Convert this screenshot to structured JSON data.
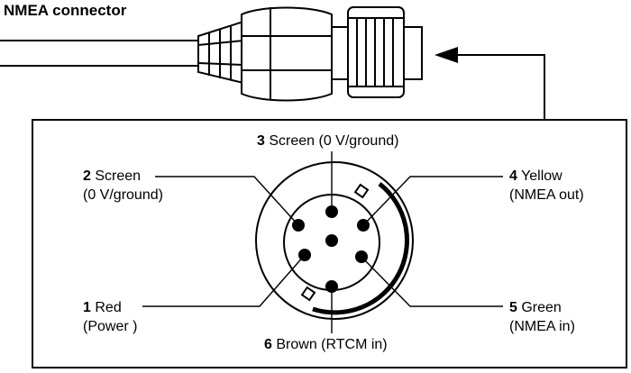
{
  "title": "NMEA connector",
  "pins": [
    {
      "number": "1",
      "name": "Red",
      "detail": "(Power )"
    },
    {
      "number": "2",
      "name": "Screen",
      "detail": "(0 V/ground)"
    },
    {
      "number": "3",
      "name": "Screen (0 V/ground)",
      "detail": ""
    },
    {
      "number": "4",
      "name": "Yellow",
      "detail": "(NMEA out)"
    },
    {
      "number": "5",
      "name": "Green",
      "detail": "(NMEA in)"
    },
    {
      "number": "6",
      "name": "Brown (RTCM in)",
      "detail": ""
    }
  ]
}
